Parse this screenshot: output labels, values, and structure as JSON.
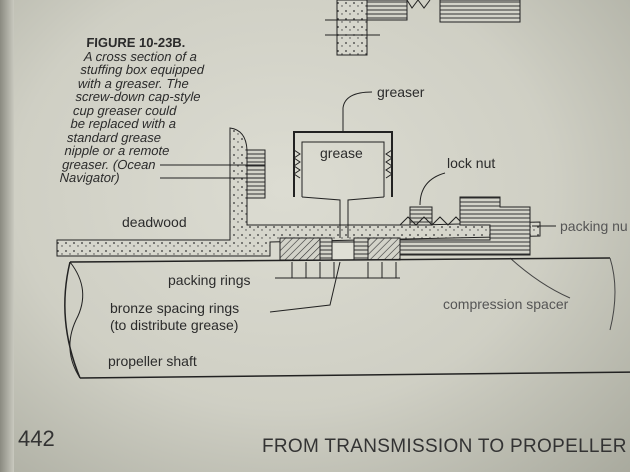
{
  "caption": {
    "figure": "FIGURE 10-23B.",
    "lines": [
      "A cross section of a",
      "stuffing box equipped",
      "with a greaser. The",
      "screw-down cap-style",
      "cup greaser could",
      "be replaced with a",
      "standard grease",
      "nipple or a remote",
      "greaser. (Ocean",
      "Navigator)"
    ]
  },
  "labels": {
    "greaser": "greaser",
    "grease": "grease",
    "lock_nut": "lock nut",
    "deadwood": "deadwood",
    "packing_nut": "packing nu",
    "packing_rings": "packing rings",
    "bronze_spacing_rings": "bronze spacing rings",
    "bronze_spacing_note": "(to distribute grease)",
    "compression_spacer": "compression spacer",
    "propeller_shaft": "propeller shaft"
  },
  "footer": {
    "page_number": "442",
    "running_head": "FROM TRANSMISSION TO PROPELLER"
  }
}
